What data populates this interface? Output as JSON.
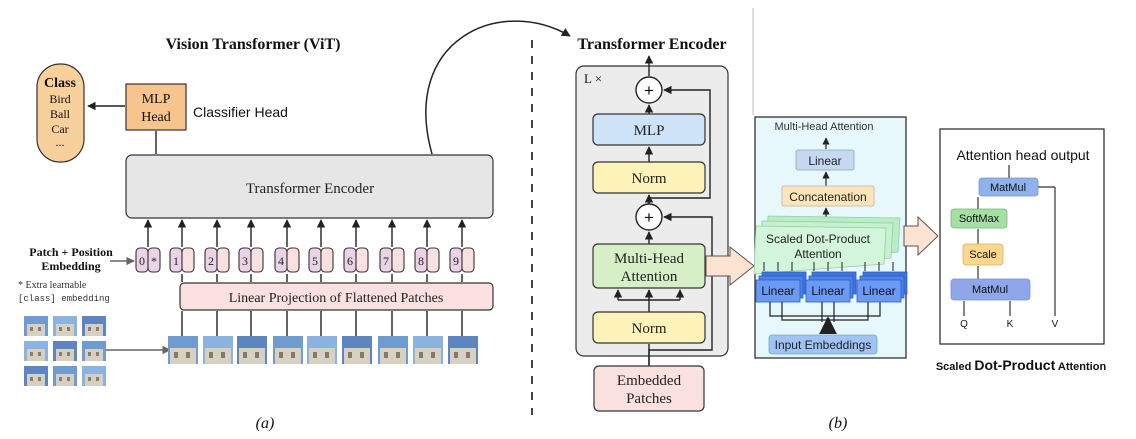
{
  "vit": {
    "title": "Vision Transformer (ViT)",
    "classifier": {
      "class_title": "Class",
      "classes": [
        "Bird",
        "Ball",
        "Car",
        "..."
      ],
      "mlp_line1": "MLP",
      "mlp_line2": "Head",
      "head_label": "Classifier Head"
    },
    "encoder_label": "Transformer Encoder",
    "embedding_label_line1": "Patch + Position",
    "embedding_label_line2": "Embedding",
    "extra_note_line1": "* Extra learnable",
    "extra_note_line2": "[class] embedding",
    "tokens": [
      "0",
      "1",
      "2",
      "3",
      "4",
      "5",
      "6",
      "7",
      "8",
      "9"
    ],
    "token_star": "*",
    "projection_label": "Linear Projection of Flattened Patches",
    "caption": "(a)"
  },
  "encoder": {
    "title": "Transformer Encoder",
    "repeat": "L ×",
    "plus": "+",
    "mlp": "MLP",
    "norm": "Norm",
    "mha_line1": "Multi-Head",
    "mha_line2": "Attention",
    "embedded_line1": "Embedded",
    "embedded_line2": "Patches"
  },
  "mha_panel": {
    "title": "Multi-Head Attention",
    "linear": "Linear",
    "concat": "Concatenation",
    "sdpa_line1": "Scaled Dot-Product",
    "sdpa_line2": "Attention",
    "input": "Input Embeddings"
  },
  "head_panel": {
    "title": "Attention head output",
    "matmul": "MatMul",
    "softmax": "SoftMax",
    "scale": "Scale",
    "inputs": [
      "Q",
      "K",
      "V"
    ],
    "caption_prefix": "Scaled ",
    "caption_bold": "Dot-Product",
    "caption_suffix": " Attention"
  },
  "caption_b": "(b)",
  "colors": {
    "class_fill": "#f8d09c",
    "mlp_head_fill": "#f6c48c",
    "grey_box": "#e6e6e6",
    "pink": "#fbe0e0",
    "token_fill": "#ead3e6",
    "yellow": "#fef3b8",
    "light_blue": "#cfe3f8",
    "green": "#d7efc6",
    "encoder_bg": "#ececec",
    "mha_bg": "#e6f8fb",
    "linear_blue": "#5b8ff0"
  }
}
